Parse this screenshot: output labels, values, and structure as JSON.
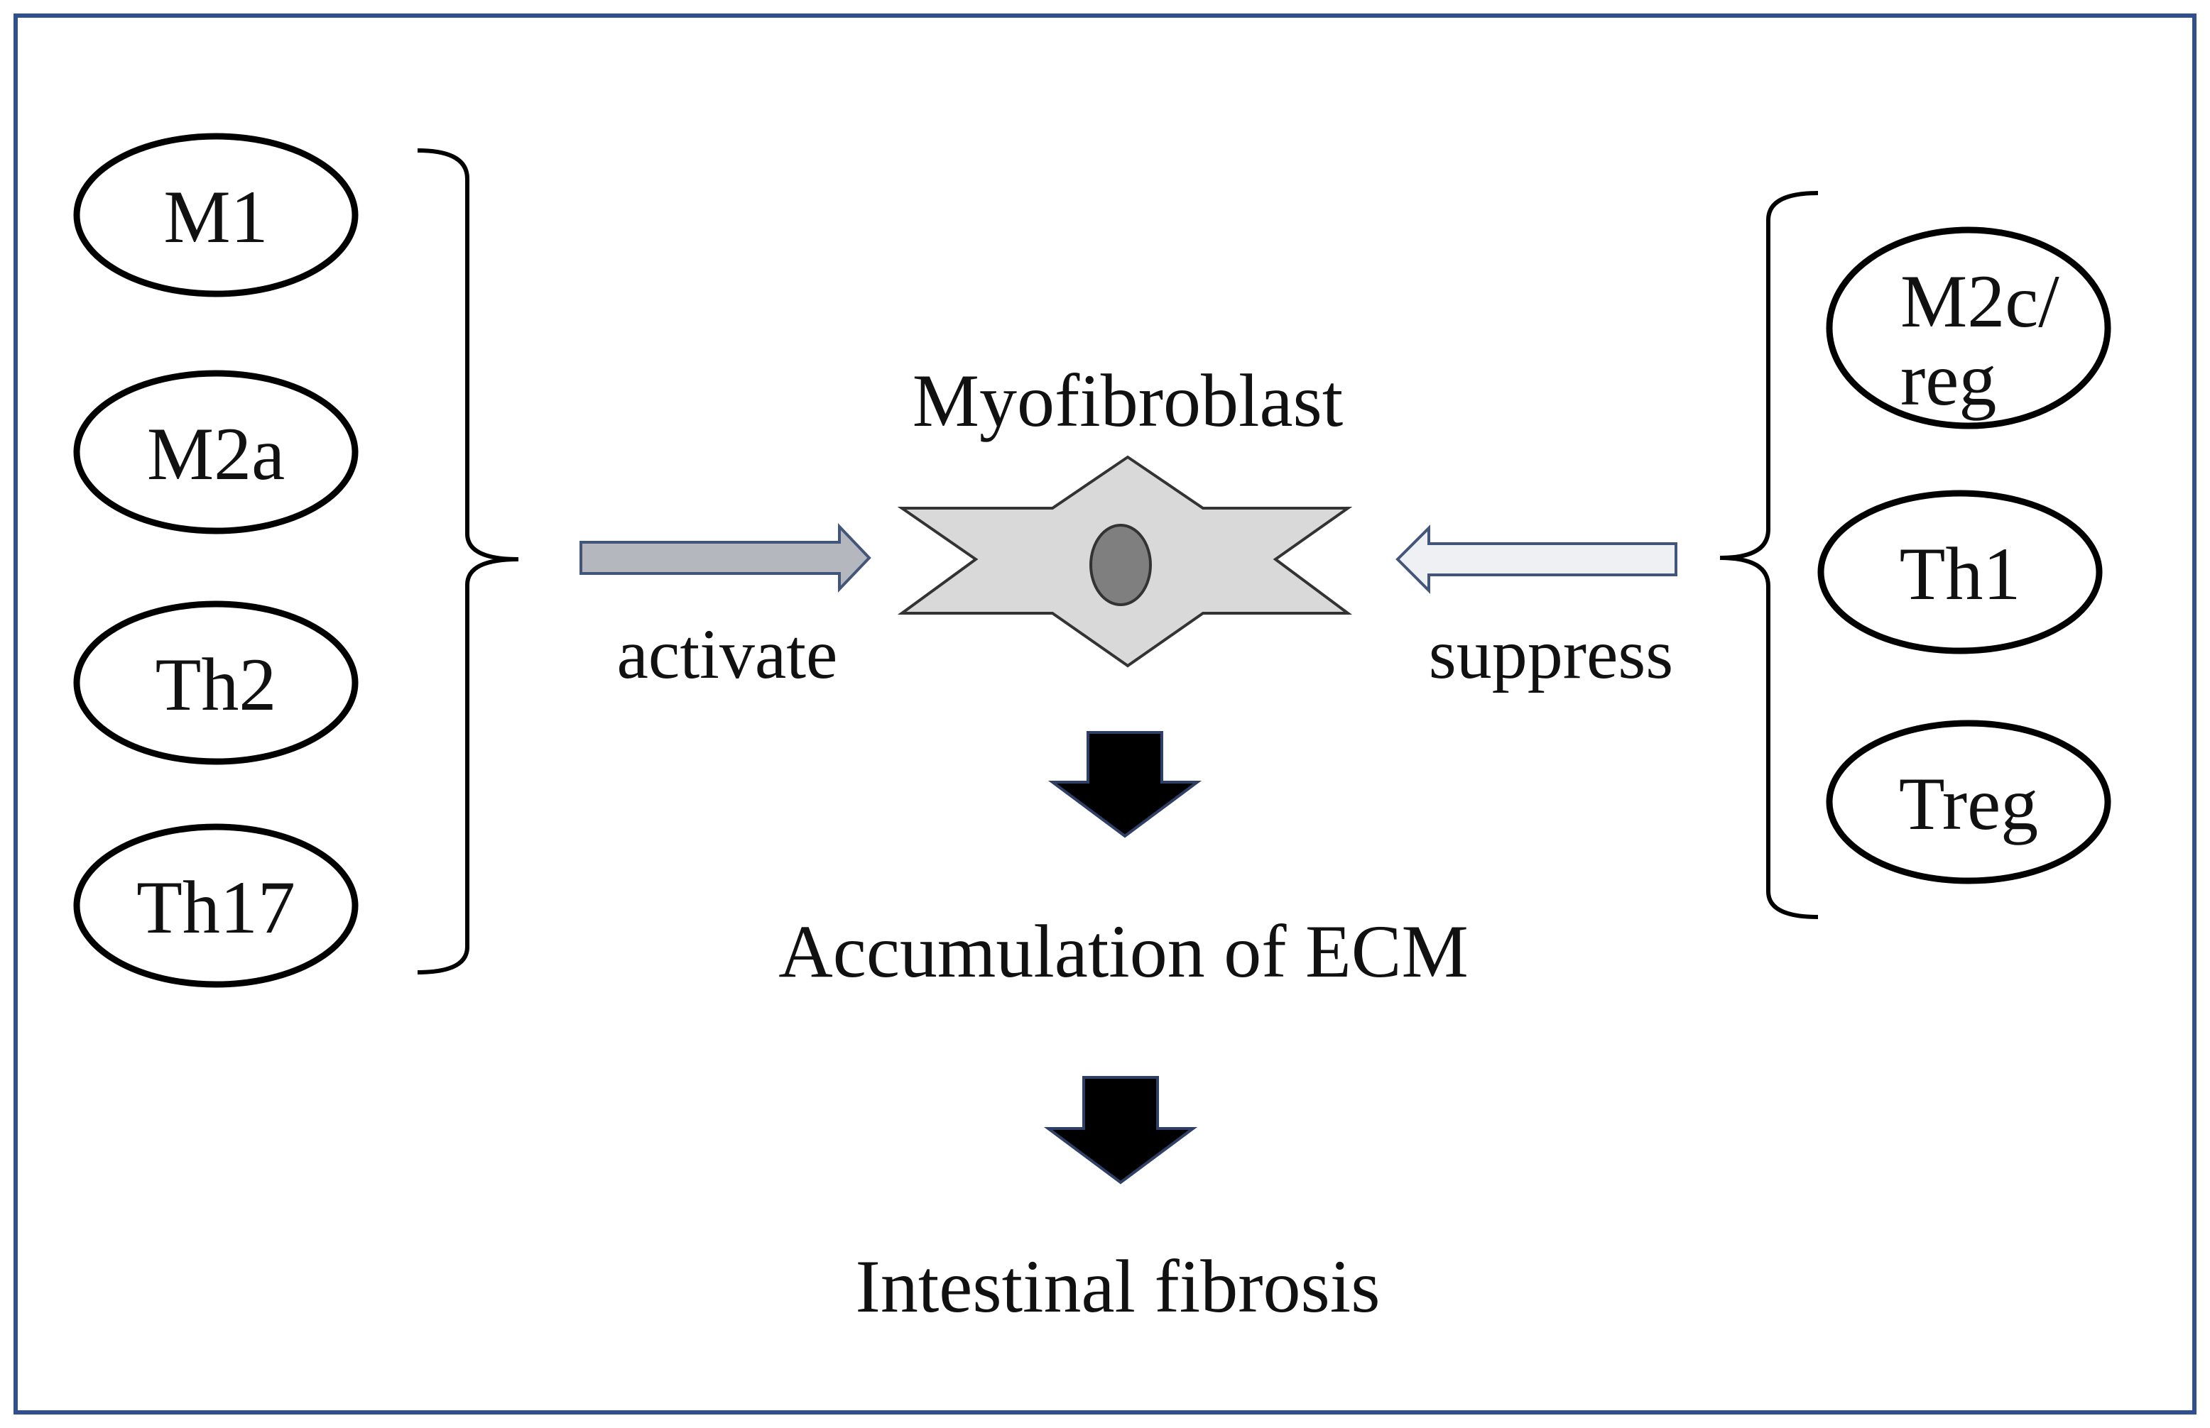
{
  "diagram": {
    "center": {
      "cell_label": "Myofibroblast",
      "step1_label": "Accumulation of ECM",
      "step2_label": "Intestinal fibrosis"
    },
    "left_group": {
      "cells": [
        "M1",
        "M2a",
        "Th2",
        "Th17"
      ],
      "action_label": "activate"
    },
    "right_group": {
      "cells": [
        {
          "line1": "M2c/",
          "line2": "reg"
        },
        {
          "line1": "Th1"
        },
        {
          "line1": "Treg"
        }
      ],
      "action_label": "suppress"
    },
    "colors": {
      "frame_border": "#2f4f8f",
      "activate_arrow_fill": "#b4b8be",
      "suppress_arrow_fill": "#eef0f3",
      "arrow_outline": "#44557a",
      "cell_body_fill": "#d9d9d9",
      "nucleus_fill": "#7f7f7f",
      "flow_arrow_fill": "#000000",
      "flow_arrow_outline": "#2f3f66"
    }
  }
}
